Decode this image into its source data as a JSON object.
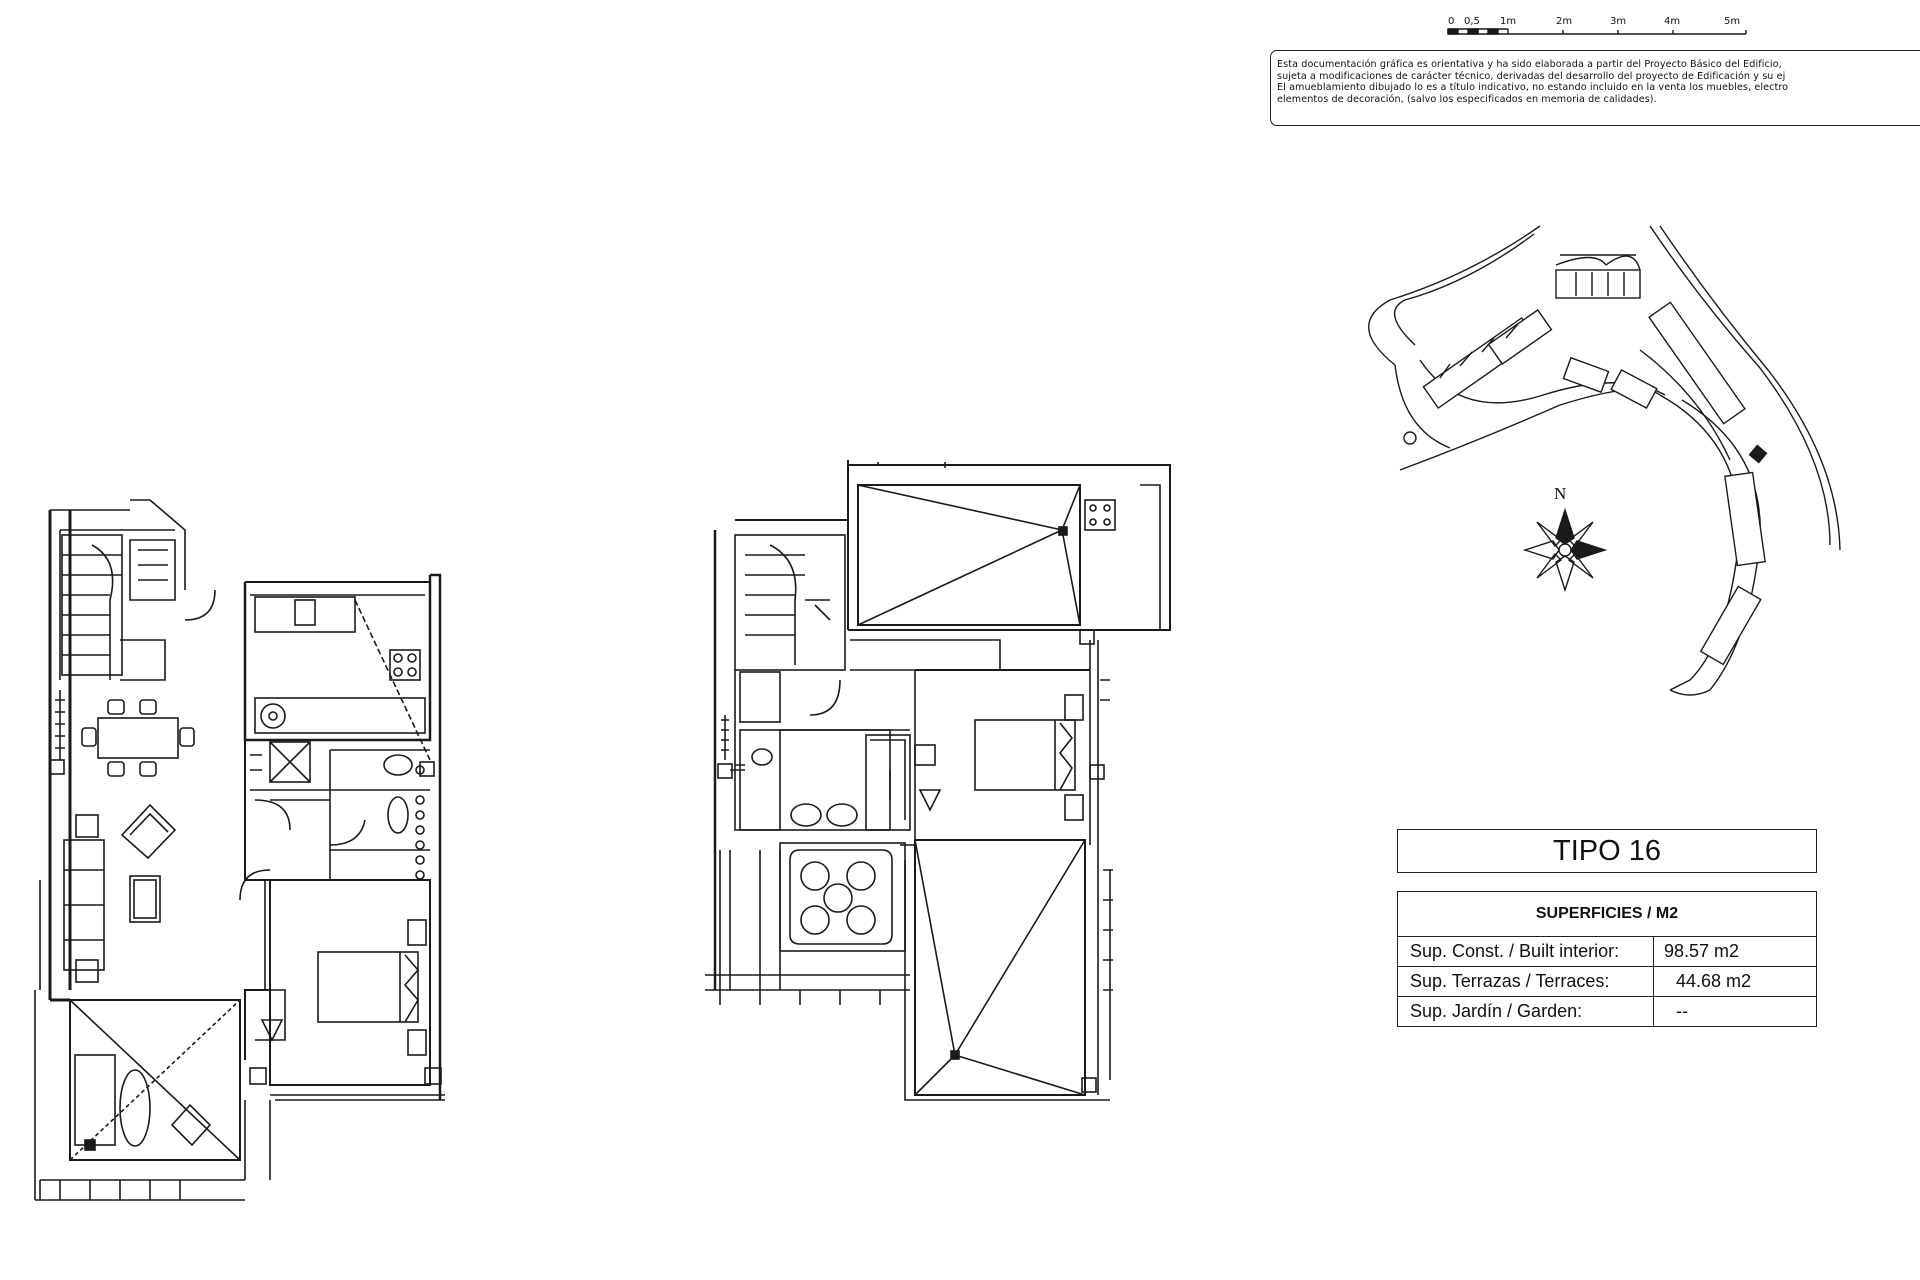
{
  "scale_bar": {
    "ticks": [
      "0",
      "0,5",
      "1m",
      "2m",
      "3m",
      "4m",
      "5m"
    ]
  },
  "disclaimer": {
    "lines": [
      "Esta documentación gráfica es orientativa y ha sido elaborada a partir del Proyecto Básico del Edificio,",
      "sujeta a modificaciones de carácter técnico, derivadas del desarrollo del proyecto de Edificación y su ej",
      "El amueblamiento dibujado lo es a título indicativo, no estando incluido en la venta los muebles, electro",
      "elementos de decoración, (salvo los especificados en memoria de calidades)."
    ]
  },
  "site_plan": {
    "north_label": "N"
  },
  "unit": {
    "title": "TIPO 16"
  },
  "surfaces": {
    "heading": "SUPERFICIES / M2",
    "rows": [
      {
        "label": "Sup. Const. / Built interior:",
        "value": "98.57 m2"
      },
      {
        "label": "Sup. Terrazas / Terraces:",
        "value": "44.68 m2"
      },
      {
        "label": "Sup. Jardín / Garden:",
        "value": "--"
      }
    ]
  },
  "colors": {
    "line": "#1a1a1a",
    "background": "#ffffff"
  }
}
